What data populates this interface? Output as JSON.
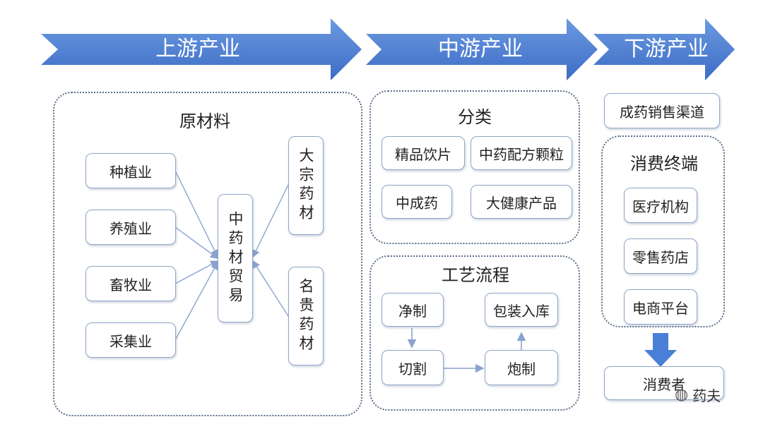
{
  "stages": {
    "upstream": "上游产业",
    "midstream": "中游产业",
    "downstream": "下游产业"
  },
  "upstream": {
    "title": "原材料",
    "sources": [
      "种植业",
      "养殖业",
      "畜牧业",
      "采集业"
    ],
    "center": "中药材贸易",
    "outputs": [
      "大宗药材",
      "名贵药材"
    ]
  },
  "midstream": {
    "category": {
      "title": "分类",
      "items": [
        "精品饮片",
        "中药配方颗粒",
        "中成药",
        "大健康产品"
      ]
    },
    "process": {
      "title": "工艺流程",
      "steps": [
        "净制",
        "包装入库",
        "切割",
        "炮制"
      ]
    }
  },
  "downstream": {
    "channel": "成药销售渠道",
    "terminal": {
      "title": "消费终端",
      "items": [
        "医疗机构",
        "零售药店",
        "电商平台"
      ]
    },
    "consumer": "消费者"
  },
  "watermark": "药夫",
  "colors": {
    "arrow_light": "#5f8fd9",
    "arrow_dark": "#3767c4",
    "connector": "#8aa3cf",
    "down_arrow": "#4a7fd8"
  }
}
